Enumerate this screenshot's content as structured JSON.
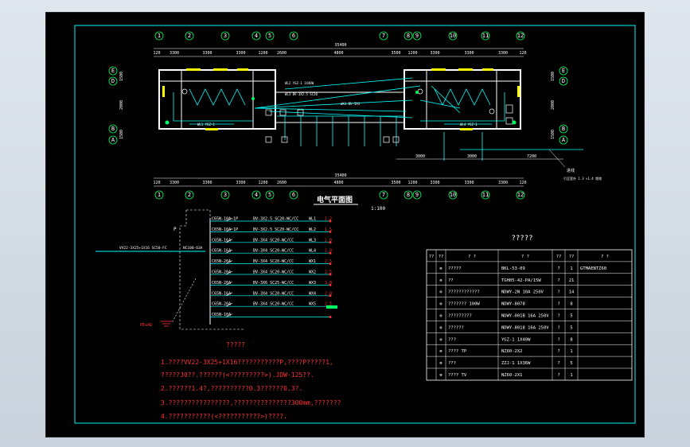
{
  "plan": {
    "title": "电气平面图",
    "scale": "1:100",
    "axes_top": [
      "1",
      "2",
      "3",
      "4",
      "5",
      "6",
      "7",
      "8",
      "9",
      "10",
      "11",
      "12"
    ],
    "axes_side": [
      "E",
      "D",
      "B",
      "A"
    ],
    "dims_top": [
      "120",
      "3300",
      "3300",
      "3300",
      "1200",
      "2600",
      "4800",
      "3500",
      "1200",
      "3300",
      "3300",
      "3300",
      "120"
    ],
    "total_dim": "35400",
    "side_dims": [
      "1500",
      "2000",
      "1500"
    ],
    "bottom_dims": [
      "3000",
      "3000",
      "7200"
    ],
    "inlet_note": "进线",
    "inlet_detail": "引至室外 1.3 ×1.4 埋地"
  },
  "distribution": {
    "incoming_cable": "VV22-3X25+1X16 SC50-FC",
    "main_breaker": "NC100-63A",
    "panel_label": "P",
    "ground_note": "PE≤4Ω",
    "circuits": [
      {
        "breaker": "C65N-10A-1P",
        "cable": "BV-3X2.5 SC20-WC/CC",
        "id": "WL1",
        "load": "1.2"
      },
      {
        "breaker": "C65N-10A-1P",
        "cable": "BV-3X2.5 SC20-WC/CC",
        "id": "WL2",
        "load": "1.5"
      },
      {
        "breaker": "C65N-16A",
        "cable": "BV-3X4 SC20-WC/CC",
        "id": "WL3",
        "load": "2.0"
      },
      {
        "breaker": "C65N-16A",
        "cable": "BV-3X4 SC20-WC/CC",
        "id": "WL4",
        "load": "2.0"
      },
      {
        "breaker": "C65N-20A",
        "cable": "BV-3X4 SC20-WC/CC",
        "id": "WX1",
        "load": "2.5"
      },
      {
        "breaker": "C65N-20A",
        "cable": "BV-3X4 SC20-WC/CC",
        "id": "WX2",
        "load": "2.5"
      },
      {
        "breaker": "C65N-20A",
        "cable": "BV-3X6 SC25-WC/CC",
        "id": "WX3",
        "load": "3.0"
      },
      {
        "breaker": "C65N-16A",
        "cable": "BV-3X4 SC20-WC/CC",
        "id": "WX4",
        "load": "2.0"
      },
      {
        "breaker": "C65N-20A",
        "cable": "BV-3X4 SC20-WC/CC",
        "id": "WX5",
        "load": "2.5"
      },
      {
        "breaker": "C65N-10A",
        "cable": "",
        "id": "",
        "load": ""
      }
    ]
  },
  "legend": {
    "title": "?????",
    "headers": [
      "??",
      "??",
      "?    ?",
      "?    ?",
      "??",
      "??",
      "?    ?"
    ],
    "rows": [
      {
        "name": "?????",
        "model": "BKL-53-09",
        "unit": "?",
        "qty": "1",
        "note": "GTMAENTZ60"
      },
      {
        "name": "??",
        "model": "TGH05-42-PA/15W",
        "unit": "?",
        "qty": "21",
        "note": ""
      },
      {
        "name": "????????????",
        "model": "NDWY-2N 10A 250V",
        "unit": "?",
        "qty": "14",
        "note": ""
      },
      {
        "name": "??????? 100W",
        "model": "NDWY-8078",
        "unit": "?",
        "qty": "8",
        "note": ""
      },
      {
        "name": "?????????",
        "model": "NDWY-001B 16A 250V",
        "unit": "?",
        "qty": "5",
        "note": ""
      },
      {
        "name": "??????",
        "model": "NDWY-8018 16A 250V",
        "unit": "?",
        "qty": "5",
        "note": ""
      },
      {
        "name": "???",
        "model": "YGZ-1 1X40W",
        "unit": "?",
        "qty": "8",
        "note": ""
      },
      {
        "name": "???? TP",
        "model": "NZ60-2X2",
        "unit": "?",
        "qty": "1",
        "note": ""
      },
      {
        "name": "???",
        "model": "ZZJ-1 1X36W",
        "unit": "?",
        "qty": "5",
        "note": ""
      },
      {
        "name": "???? TV",
        "model": "NZ60-2X1",
        "unit": "?",
        "qty": "1",
        "note": ""
      }
    ]
  },
  "notes": {
    "heading": "?????",
    "lines": [
      "1.????VV22-3X25+1X16???????????P,????P?????1,",
      "  ?????J0??.??????(<?????????>).JDW-125??.",
      "2.??????1.4?,??????????0.3??????0.3?.",
      "3.????????????????,???????????????300mm,???????",
      "4.???????????(<???????????>)????."
    ]
  },
  "colors": {
    "background": "#000000",
    "frame": "#00d0d0",
    "wall": "#ffffff",
    "wire": "#00ffff",
    "accent": "#ffff00",
    "notes": "#ff3030",
    "green": "#00ff60"
  }
}
